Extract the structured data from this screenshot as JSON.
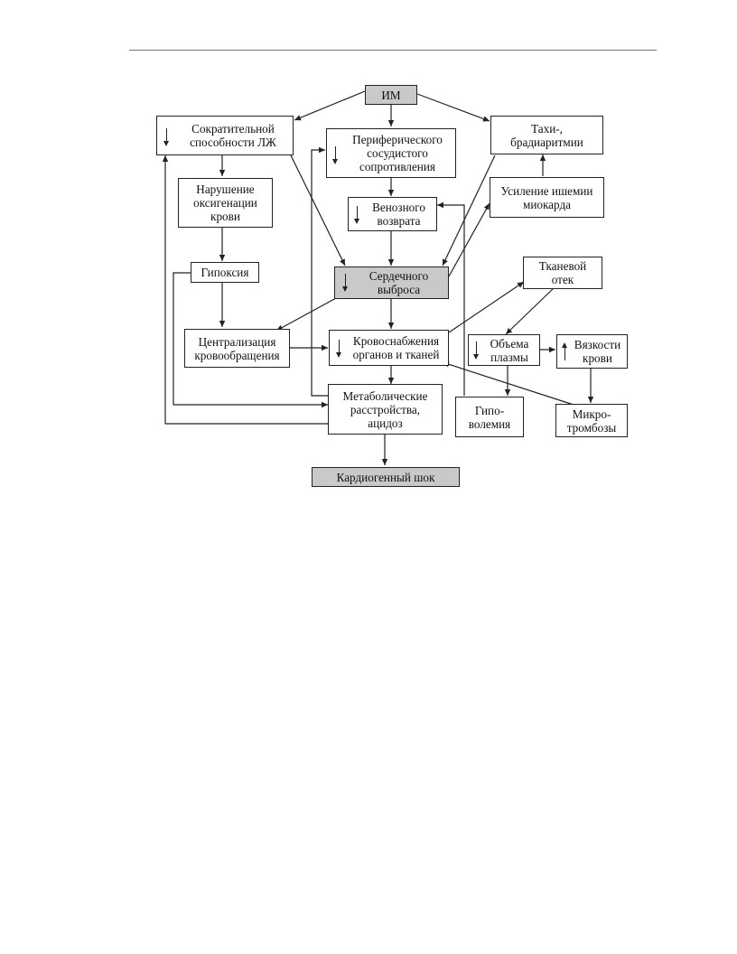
{
  "nodes": {
    "im": "ИМ",
    "contractility": "Сократительной\nспособности ЛЖ",
    "peripheral_resistance": "Периферического\nсосудистого\nсопротивления",
    "tachy": "Тахи-,\nбрадиаритмии",
    "oxygenation": "Нарушение\nоксигенации\nкрови",
    "venous_return": "Венозного\nвозврата",
    "ischemia": "Усиление ишемии\nмиокарда",
    "hypoxia": "Гипоксия",
    "cardiac_output": "Сердечного\nвыброса",
    "tissue_edema": "Тканевой\nотек",
    "centralization": "Централизация\nкровообращения",
    "blood_supply": "Кровоснабжения\nорганов и тканей",
    "plasma_volume": "Объема\nплазмы",
    "viscosity": "Вязкости\nкрови",
    "metabolic": "Метаболические\nрасстройства,\nацидоз",
    "hypovolemia": "Гипо-\nволемия",
    "microthrombosis": "Микро-\nтромбозы",
    "shock": "Кардиогенный шок"
  }
}
